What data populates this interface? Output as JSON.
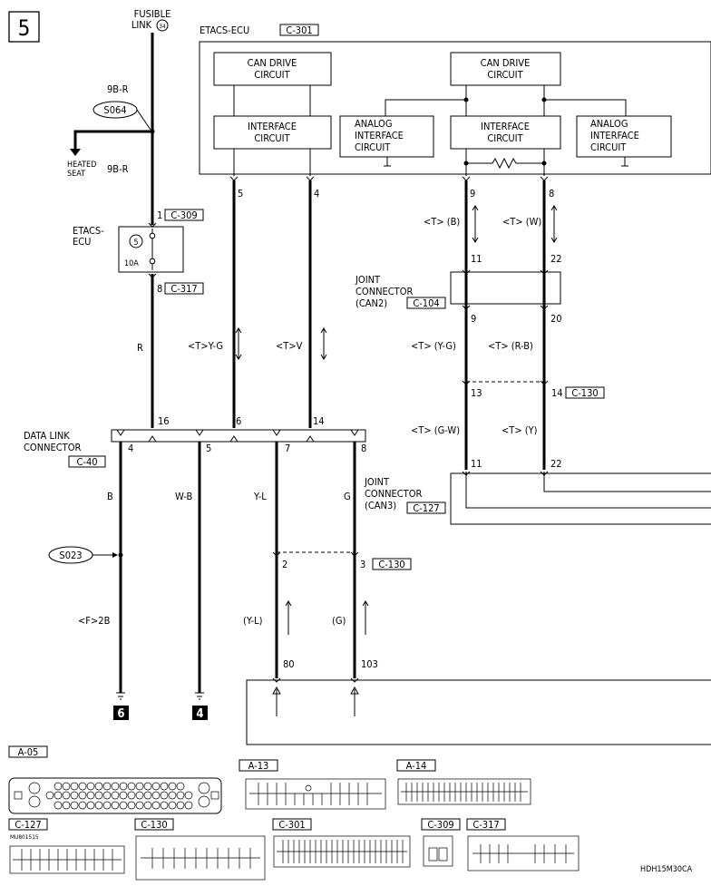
{
  "page_number": "5",
  "figure_code": "HDH15M30CA",
  "fuse": {
    "label_top": "FUSIBLE",
    "label_bottom": "LINK",
    "number": "34"
  },
  "ecu": {
    "title": "ETACS-ECU",
    "connector": "C-301",
    "can_drive_label_1": "CAN DRIVE",
    "can_drive_label_2": "CIRCUIT",
    "interface_label_1": "INTERFACE",
    "interface_label_2": "CIRCUIT",
    "analog_label_1": "ANALOG",
    "analog_label_2": "INTERFACE",
    "analog_label_3": "CIRCUIT"
  },
  "splices": {
    "s064": "S064",
    "s023": "S023"
  },
  "heated_seat": {
    "line1": "HEATED",
    "line2": "SEAT"
  },
  "fuse_box": {
    "label1": "ETACS-",
    "label2": "ECU",
    "fuse_no": "5",
    "rating": "10A"
  },
  "wire_codes": {
    "w9br": "9B-R",
    "r": "R",
    "tyg": "<T>Y-G",
    "tv": "<T>V",
    "tb": "<T> (B)",
    "tw": "<T> (W)",
    "tyg2": "<T> (Y-G)",
    "trb": "<T> (R-B)",
    "tgw": "<T> (G-W)",
    "ty": "<T> (Y)",
    "b": "B",
    "wb": "W-B",
    "yl": "Y-L",
    "g": "G",
    "f2b": "<F>2B",
    "yl2": "(Y-L)",
    "g2": "(G)"
  },
  "pins": {
    "p1": "1",
    "p8": "8",
    "p5": "5",
    "p4": "4",
    "p9": "9",
    "p8b": "8",
    "p11": "11",
    "p22": "22",
    "p9b": "9",
    "p20": "20",
    "p13": "13",
    "p14": "14",
    "p16": "16",
    "p6": "6",
    "p14b": "14",
    "p11b": "11",
    "p22b": "22",
    "d4": "4",
    "d5": "5",
    "d7": "7",
    "d8": "8",
    "p2": "2",
    "p3": "3",
    "p80": "80",
    "p103": "103"
  },
  "connector_refs": {
    "c309": "C-309",
    "c317": "C-317",
    "c104": "C-104",
    "c130": "C-130",
    "c40": "C-40",
    "c127": "C-127",
    "c130b": "C-130"
  },
  "joint_can2": {
    "l1": "JOINT",
    "l2": "CONNECTOR",
    "l3": "(CAN2)"
  },
  "joint_can3": {
    "l1": "JOINT",
    "l2": "CONNECTOR",
    "l3": "(CAN3)"
  },
  "dlc": {
    "l1": "DATA LINK",
    "l2": "CONNECTOR"
  },
  "ground_refs": {
    "g6": "6",
    "g4": "4"
  },
  "connector_table": {
    "a05": "A-05",
    "a13": "A-13",
    "a14": "A-14",
    "c127": "C-127",
    "c130": "C-130",
    "c301": "C-301",
    "c309": "C-309",
    "c317": "C-317",
    "part_no": "MU801515"
  }
}
